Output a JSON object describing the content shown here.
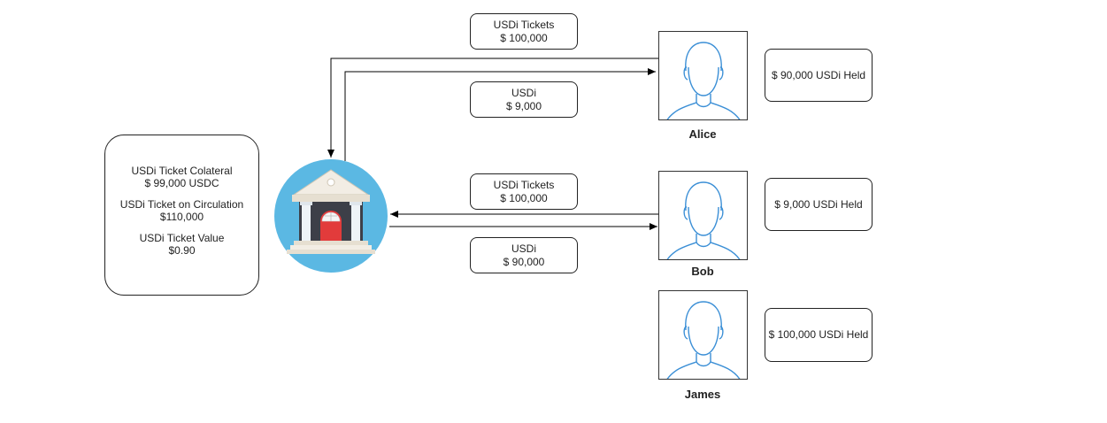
{
  "summary": {
    "collateral_label": "USDi Ticket Colateral",
    "collateral_value": "$ 99,000 USDC",
    "circulation_label": "USDi Ticket on Circulation",
    "circulation_value": "$110,000",
    "ticket_value_label": "USDi Ticket Value",
    "ticket_value": "$0.90"
  },
  "flows": {
    "alice_to_bank": {
      "line1": "USDi Tickets",
      "line2": "$ 100,000"
    },
    "bank_to_alice": {
      "line1": "USDi",
      "line2": "$ 9,000"
    },
    "bob_to_bank": {
      "line1": "USDi Tickets",
      "line2": "$ 100,000"
    },
    "bank_to_bob": {
      "line1": "USDi",
      "line2": "$ 90,000"
    }
  },
  "people": [
    {
      "name": "Alice",
      "held": "$ 90,000 USDi Held"
    },
    {
      "name": "Bob",
      "held": "$ 9,000 USDi Held"
    },
    {
      "name": "James",
      "held": "$ 100,000 USDi Held"
    }
  ],
  "icons": {
    "bank": "bank-icon",
    "person": "user-avatar-icon"
  },
  "colors": {
    "bank_circle": "#5bb8e3",
    "avatar_stroke": "#3b8fd6",
    "door": "#e03b3b"
  }
}
